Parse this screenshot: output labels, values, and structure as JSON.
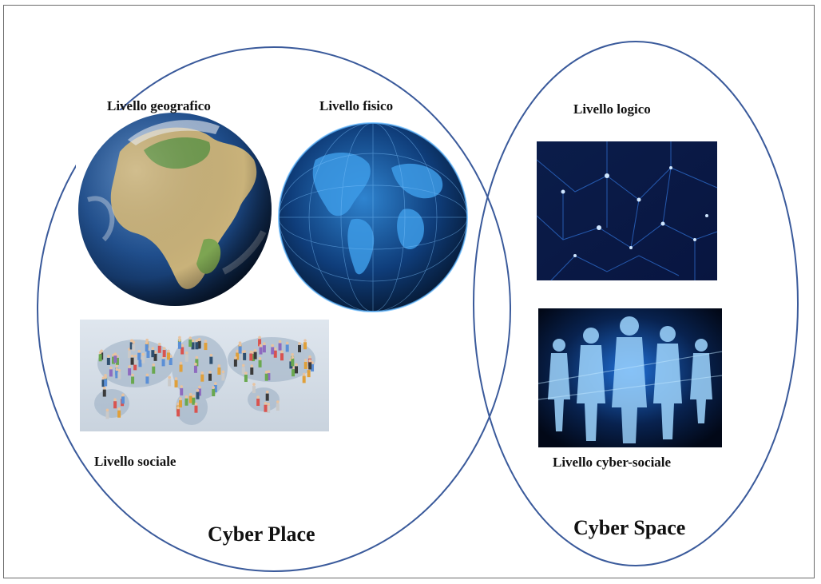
{
  "colors": {
    "ellipse_stroke": "#3a5a9b",
    "frame_border": "#6b6b6b"
  },
  "sets": {
    "cyber_place": {
      "title": "Cyber Place"
    },
    "cyber_space": {
      "title": "Cyber Space"
    }
  },
  "levels": {
    "geografico": {
      "label": "Livello geografico",
      "image": "earth-globe-europe-africa"
    },
    "fisico": {
      "label": "Livello fisico",
      "image": "digital-network-globe"
    },
    "sociale": {
      "label": "Livello sociale",
      "image": "crowd-world-map"
    },
    "logico": {
      "label": "Livello logico",
      "image": "network-nodes-lines"
    },
    "cyber_sociale": {
      "label": "Livello cyber-sociale",
      "image": "digital-human-figures"
    }
  }
}
